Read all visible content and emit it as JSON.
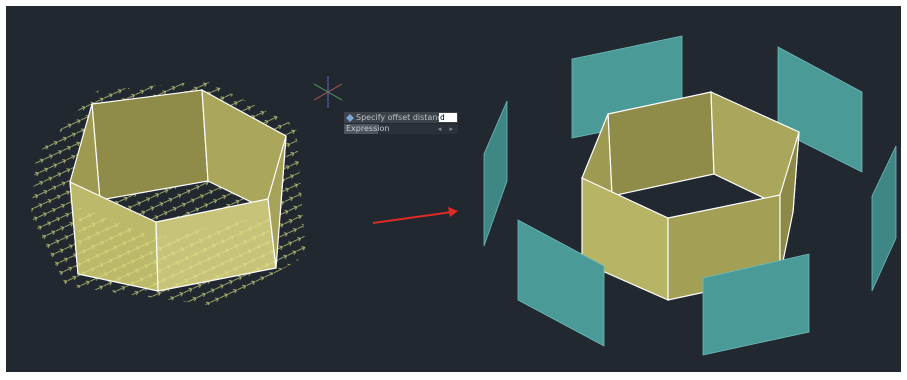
{
  "command_prompt": {
    "text": "Specify offset distance or",
    "input_value": "d",
    "option_label": "Expression",
    "option_arrows": "◂ ▸"
  },
  "colors": {
    "background": "#212830",
    "solid_face": "#a9a55a",
    "solid_face_light": "#c4c27b",
    "edge": "#ffffff",
    "offset_surface": "#4a9a98",
    "normal_arrows": "#e8f08c",
    "annotation_arrow": "#e02a25"
  },
  "icons": [
    "ucs-icon",
    "command-icon",
    "red-arrow-icon"
  ]
}
